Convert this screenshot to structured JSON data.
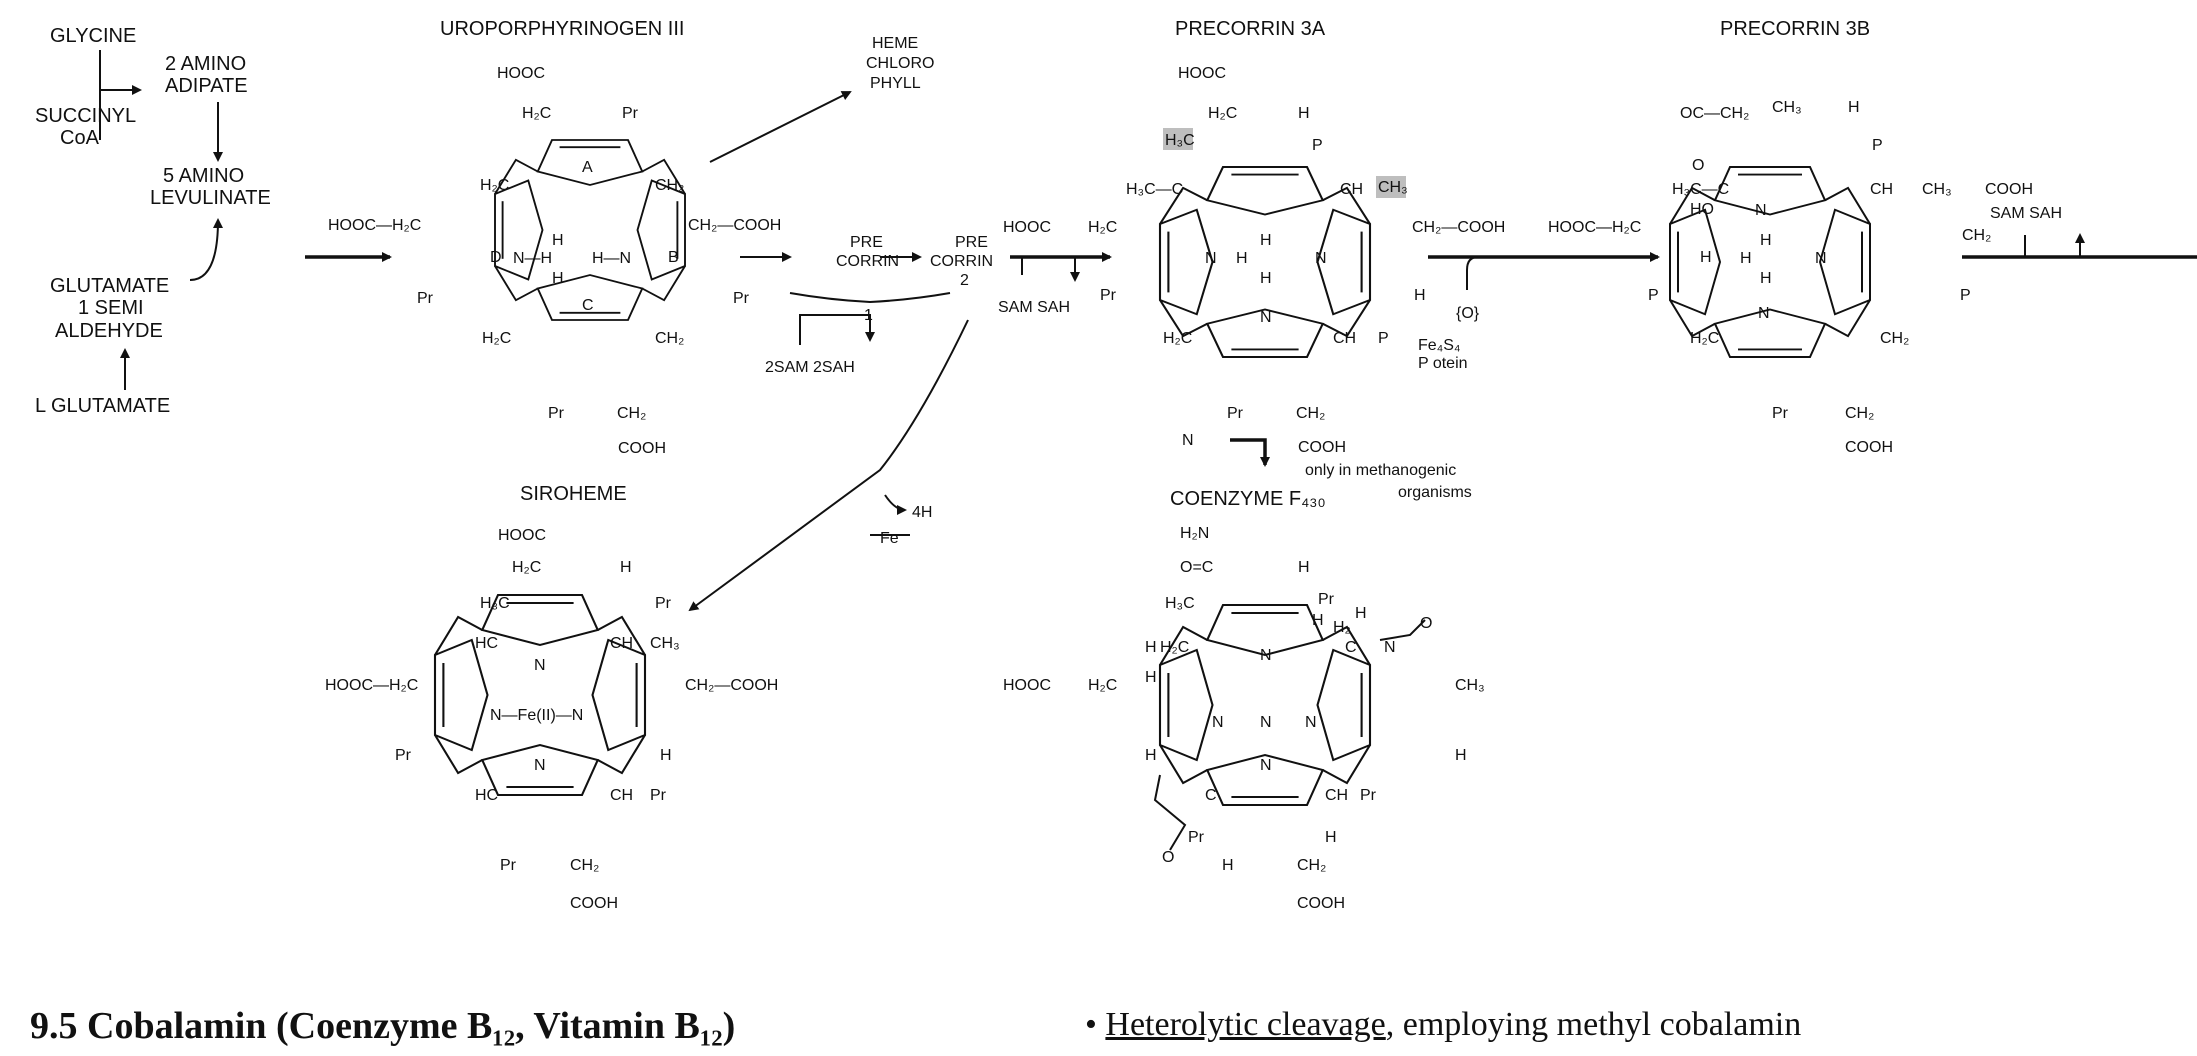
{
  "precursors": {
    "glycine": "GLYCINE",
    "amino_adipate": [
      "2 AMINO",
      "ADIPATE"
    ],
    "succinyl_coa": [
      "SUCCINYL",
      "CoA"
    ],
    "amino_levulinate": [
      "5 AMINO",
      "LEVULINATE"
    ],
    "glutamate_semialdehyde": [
      "GLUTAMATE",
      "1 SEMI",
      "ALDEHYDE"
    ],
    "l_glutamate": "L GLUTAMATE"
  },
  "uroporphyrinogen": {
    "title": "UROPORPHYRINOGEN III",
    "labels": [
      "HOOC",
      "H₂C",
      "Pr",
      "A",
      "B",
      "C",
      "D",
      "H₂C",
      "CH₂",
      "HOOC—H₂C",
      "CH₂—COOH",
      "N—H",
      "H",
      "H—N",
      "H",
      "Pr",
      "Pr",
      "H₂C",
      "CH₂",
      "Pr",
      "CH₂",
      "COOH"
    ]
  },
  "branch_products": [
    "HEME",
    "CHLORO",
    "PHYLL"
  ],
  "precorrin1": {
    "label": [
      "PRE",
      "CORRIN"
    ],
    "number": "1",
    "cofactors": "2SAM  2SAH"
  },
  "precorrin2": {
    "label": [
      "PRE",
      "CORRIN",
      "2"
    ],
    "cofactors": "SAM SAH"
  },
  "siroheme_step": {
    "h_loss": "4H",
    "metal": "Fe"
  },
  "precorrin3a": {
    "title": "PRECORRIN 3A",
    "labels": [
      "HOOC",
      "H₂C",
      "H",
      "H₃C",
      "P",
      "H₃C—C",
      "CH",
      "CH₃",
      "HOOC",
      "H₂C",
      "CH₂—COOH",
      "N",
      "H",
      "H",
      "H",
      "N",
      "Pr",
      "H",
      "N",
      "H₂C",
      "CH",
      "P",
      "Pr",
      "CH₂",
      "COOH"
    ]
  },
  "oxidation_step": {
    "oxidant": "{O}",
    "enzyme": [
      "Fe₄S₄",
      "P otein"
    ]
  },
  "f430_step": {
    "n_label": "N",
    "note": [
      "only in methanogenic",
      "organisms"
    ]
  },
  "precorrin3b": {
    "title": "PRECORRIN 3B",
    "labels": [
      "OC—CH₂",
      "CH₃",
      "H",
      "P",
      "O",
      "H₃C—C",
      "HO",
      "CH",
      "CH₃",
      "COOH",
      "HOOC—H₂C",
      "CH₂",
      "N",
      "H",
      "H",
      "N",
      "H",
      "N",
      "H",
      "P",
      "P",
      "H₂C",
      "CH₂",
      "Pr",
      "CH₂",
      "COOH"
    ],
    "cofactors": "SAM  SAH"
  },
  "siroheme": {
    "title": "SIROHEME",
    "labels": [
      "HOOC",
      "H₂C",
      "H",
      "H₃C",
      "Pr",
      "HC",
      "CH",
      "CH₃",
      "N",
      "HOOC—H₂C",
      "N—Fe(II)—N",
      "CH₂—COOH",
      "Pr",
      "H",
      "N",
      "HC",
      "CH",
      "Pr",
      "Pr",
      "CH₂",
      "COOH"
    ]
  },
  "coenzyme_f430": {
    "title": "COENZYME F₄₃₀",
    "labels": [
      "H₂N",
      "O=C",
      "H",
      "H₃C",
      "Pr",
      "H",
      "H₂",
      "H",
      "O",
      "H",
      "H₂C",
      "C",
      "N",
      "N",
      "CH₃",
      "HOOC",
      "H₂C",
      "H",
      "N",
      "N",
      "N",
      "H",
      "H",
      "N",
      "C",
      "CH",
      "Pr",
      "Pr",
      "O",
      "H",
      "H",
      "CH₂",
      "COOH"
    ]
  },
  "section": {
    "number": "9.5",
    "title": "Cobalamin (Coenzyme B₁₂, Vitamin B₁₂)",
    "bullet": "•",
    "bullet_term": "Heterolytic cleavage",
    "bullet_rest": ", employing methyl cobalamin"
  }
}
